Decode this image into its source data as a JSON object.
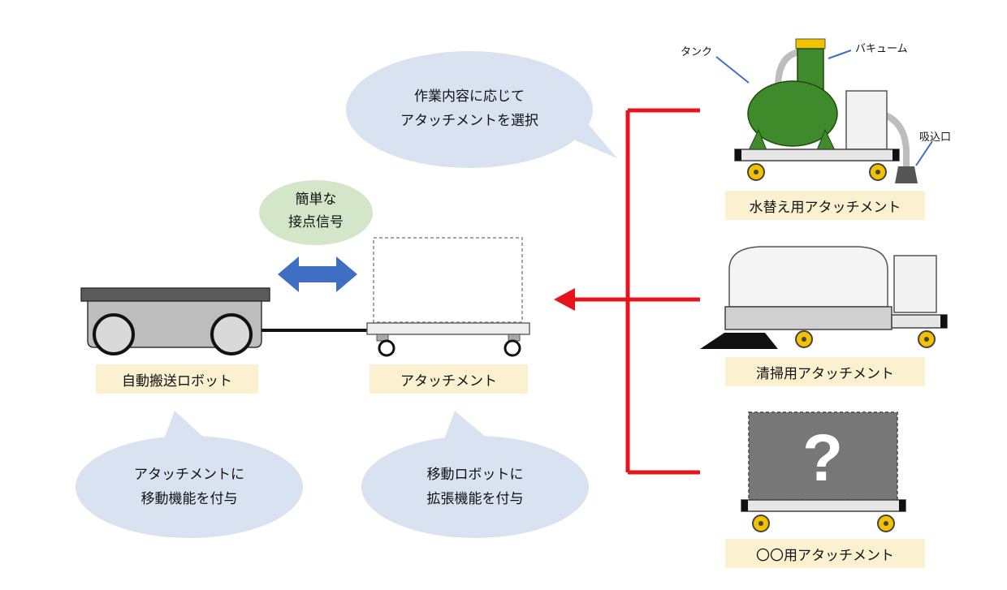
{
  "bubbles": {
    "top": [
      "作業内容に応じて",
      "アタッチメントを選択"
    ],
    "signal": [
      "簡単な",
      "接点信号"
    ],
    "robot": [
      "アタッチメントに",
      "移動機能を付与"
    ],
    "attachment": [
      "移動ロボットに",
      "拡張機能を付与"
    ]
  },
  "labels": {
    "robot": "自動搬送ロボット",
    "attachment": "アタッチメント",
    "water": "水替え用アタッチメント",
    "cleaning": "清掃用アタッチメント",
    "other": "〇〇用アタッチメント"
  },
  "tags": {
    "tank": "タンク",
    "vacuum": "バキューム",
    "intake": "吸込口"
  },
  "unknown_mark": "?",
  "colors": {
    "bubble": "#d9e2f1",
    "signal_bubble": "#d3e7c8",
    "label_bg": "#fbf0cf",
    "selector_red": "#e8141c",
    "arrow_blue": "#3f6fc3",
    "tank_green": "#3f8a2a",
    "wheel_yellow": "#f2c200"
  }
}
